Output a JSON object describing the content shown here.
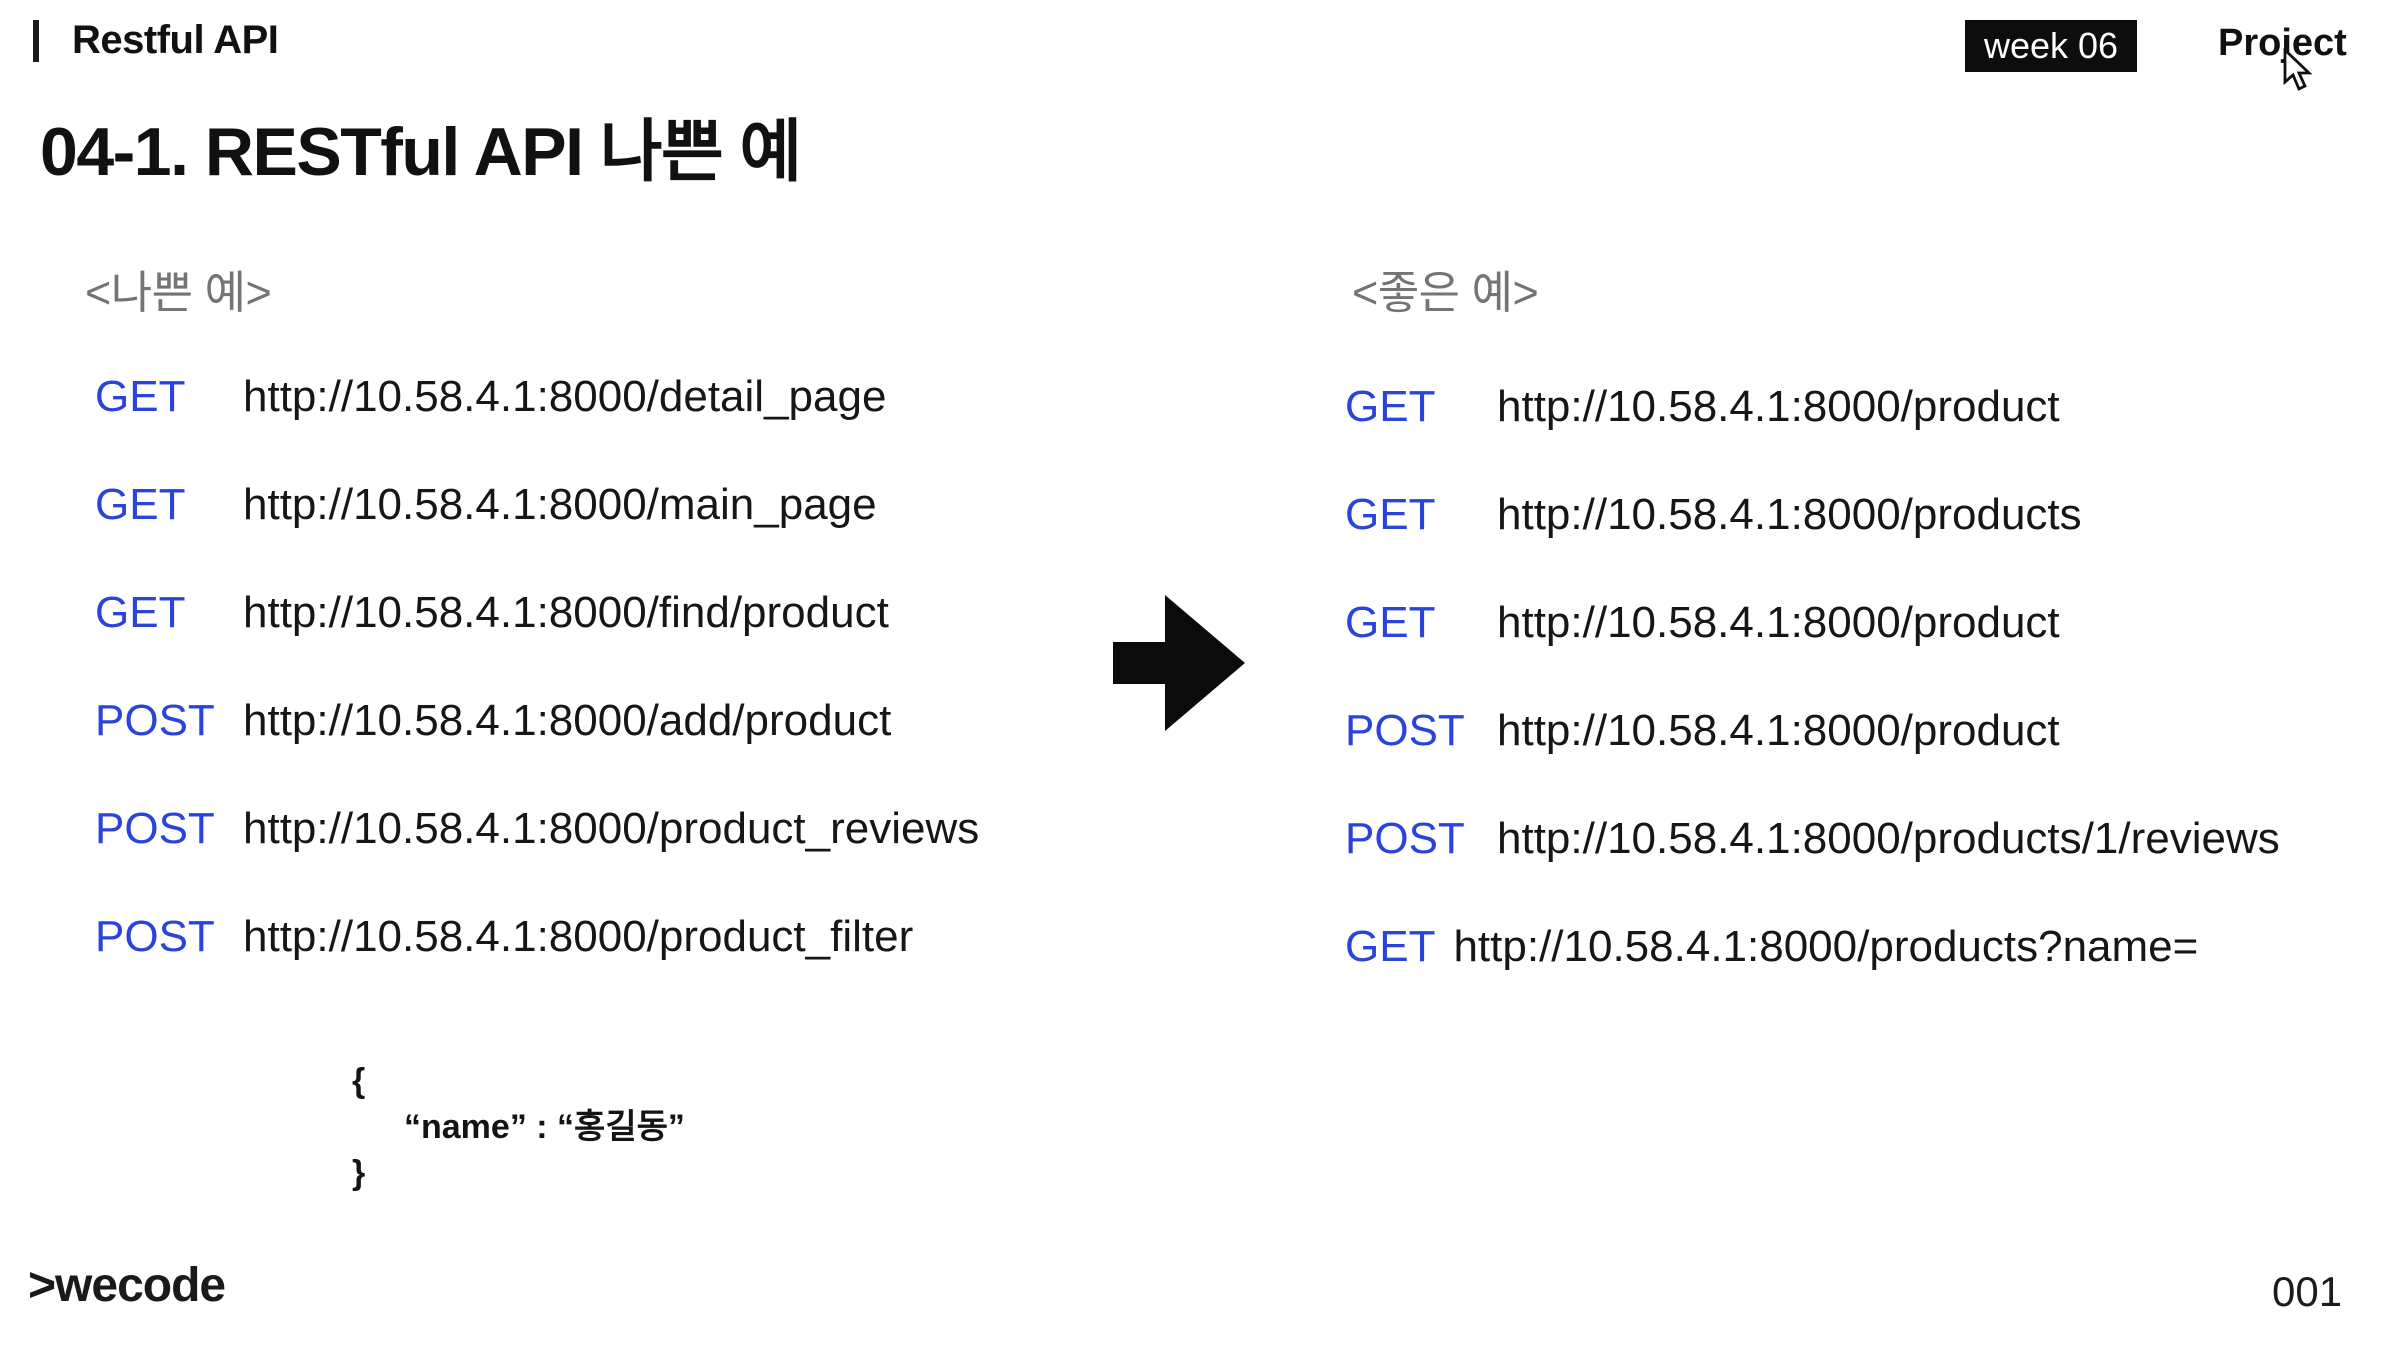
{
  "header": {
    "title": "Restful API",
    "week_badge": "week 06",
    "project_label": "Project"
  },
  "slide": {
    "title": "04-1. RESTful API 나쁜 예",
    "logo": ">wecode",
    "page_number": "001"
  },
  "bad_examples": {
    "heading": "<나쁜 예>",
    "rows": [
      {
        "method": "GET",
        "url": "http://10.58.4.1:8000/detail_page"
      },
      {
        "method": "GET",
        "url": "http://10.58.4.1:8000/main_page"
      },
      {
        "method": "GET",
        "url": "http://10.58.4.1:8000/find/product"
      },
      {
        "method": "POST",
        "url": "http://10.58.4.1:8000/add/product"
      },
      {
        "method": "POST",
        "url": "http://10.58.4.1:8000/product_reviews"
      },
      {
        "method": "POST",
        "url": "http://10.58.4.1:8000/product_filter"
      }
    ]
  },
  "good_examples": {
    "heading": "<좋은 예>",
    "rows": [
      {
        "method": "GET",
        "url": "http://10.58.4.1:8000/product"
      },
      {
        "method": "GET",
        "url": "http://10.58.4.1:8000/products"
      },
      {
        "method": "GET",
        "url": "http://10.58.4.1:8000/product"
      },
      {
        "method": "POST",
        "url": "http://10.58.4.1:8000/product"
      },
      {
        "method": "POST",
        "url": "http://10.58.4.1:8000/products/1/reviews"
      },
      {
        "method": "GET",
        "url": "http://10.58.4.1:8000/products?name="
      }
    ]
  },
  "json_snippet": {
    "open_brace": "{",
    "body": "“name” : “홍길동”",
    "close_brace": "}"
  },
  "colors": {
    "method_blue": "#2a44db",
    "heading_gray": "#747474",
    "badge_black": "#0d0d0d"
  }
}
